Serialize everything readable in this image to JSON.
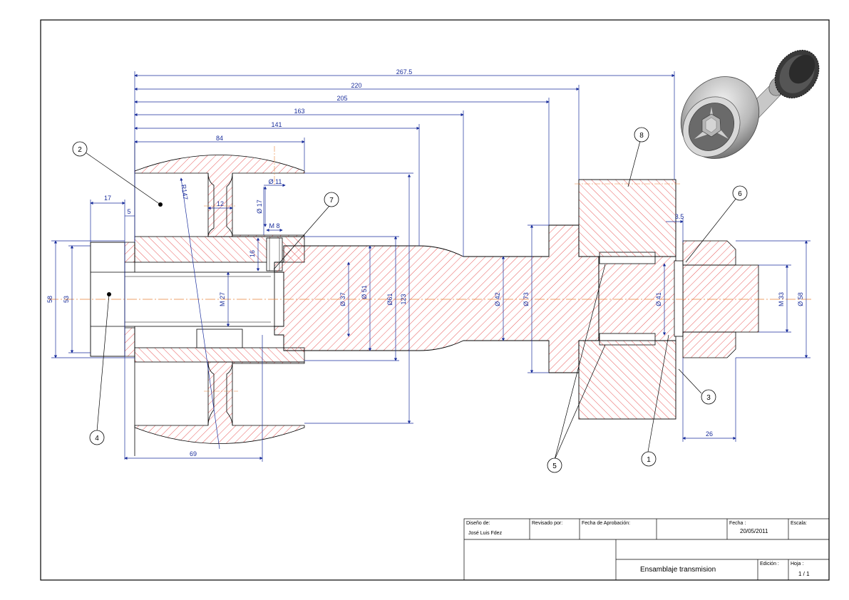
{
  "colors": {
    "dimension": "#1a2e9c",
    "hatch": "#e23030",
    "outline": "#000000",
    "centerline": "#e8833a"
  },
  "dimensions": {
    "d267": "267.5",
    "d220": "220",
    "d205": "205",
    "d163": "163",
    "d141": "141",
    "d84": "84",
    "d17": "17",
    "d5": "5",
    "d12": "12",
    "d11": "Ø 11",
    "d17v": "Ø 17",
    "m8": "M 8",
    "d16": "16",
    "r147": "R147",
    "d58": "58",
    "d53": "53",
    "m27": "M 27",
    "d37": "Ø 37",
    "d51": "Ø 51",
    "d61": "Ø61",
    "d123": "123",
    "d42": "Ø 42",
    "d73": "Ø 73",
    "d41": "Ø 41",
    "m33": "M 33",
    "d58r": "Ø 58",
    "d3_5": "3.5",
    "d26": "26",
    "d69": "69"
  },
  "balloons": [
    "1",
    "2",
    "3",
    "4",
    "5",
    "6",
    "7",
    "8"
  ],
  "title_block": {
    "designer_label": "Diseño de:",
    "designer": "José Luis Fdez",
    "reviewed_label": "Revisado por:",
    "approval_label": "Fecha de Aprobación:",
    "date_label": "Fecha :",
    "date": "20/05/2011",
    "scale_label": "Escala:",
    "title": "Ensamblaje transmision",
    "edition_label": "Edición :",
    "sheet_label": "Hoja :",
    "sheet": "1 / 1"
  },
  "iso_view": "shaft-assembly-3d-view"
}
